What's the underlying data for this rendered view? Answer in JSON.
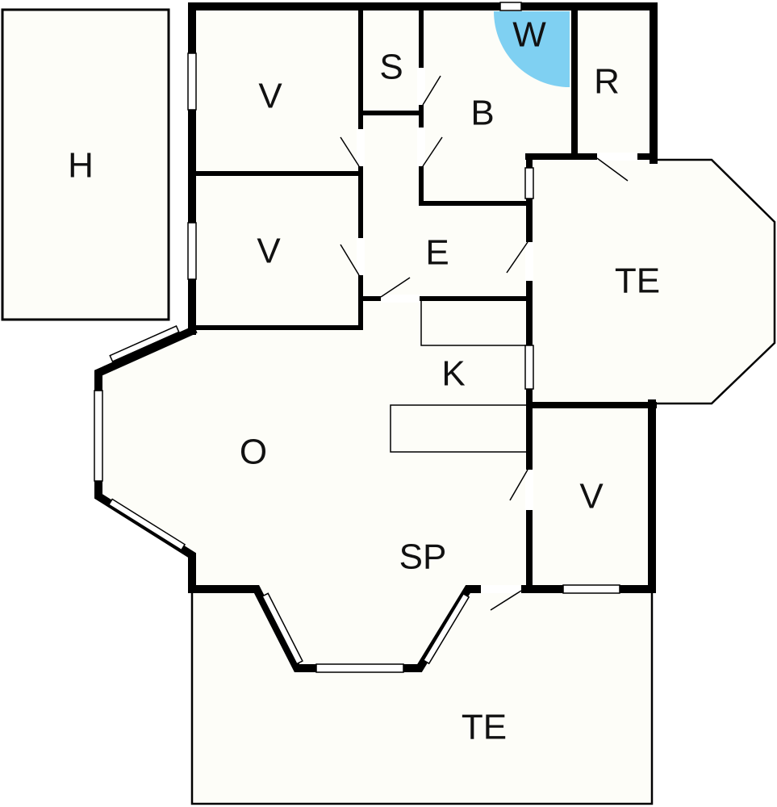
{
  "rooms": {
    "h": "H",
    "v_top": "V",
    "s": "S",
    "w": "W",
    "b": "B",
    "r": "R",
    "v_mid": "V",
    "e": "E",
    "te_right": "TE",
    "k": "K",
    "o": "O",
    "sp": "SP",
    "v_bottom": "V",
    "te_bottom": "TE"
  },
  "colors": {
    "shower": "#7fd0f2",
    "floor": "#fdfdf8",
    "wall": "#000000"
  }
}
